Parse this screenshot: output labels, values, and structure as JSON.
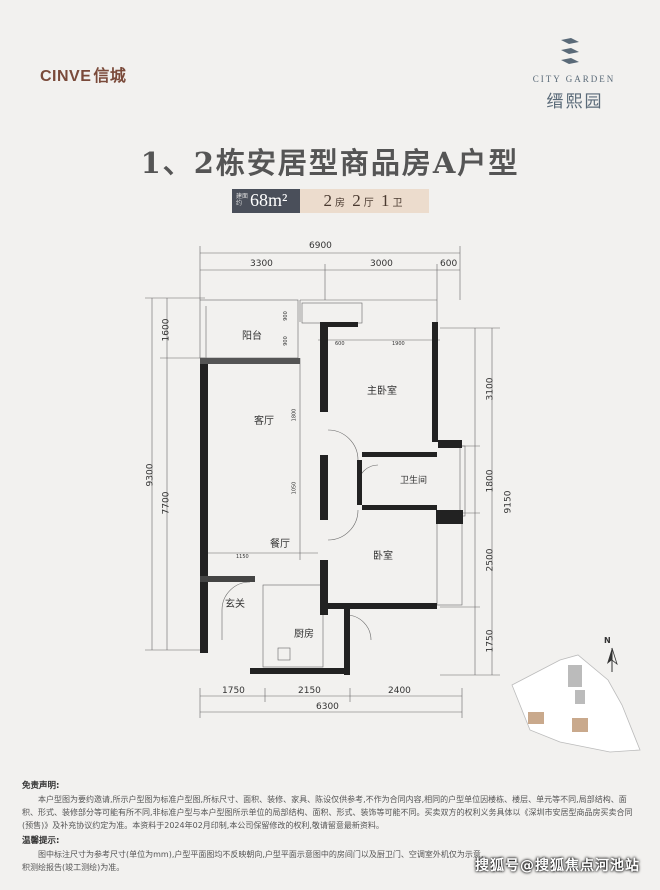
{
  "brand": {
    "en": "CINVE",
    "cn": "信城"
  },
  "logo": {
    "en": "CITY GARDEN",
    "cn": "缙熙园"
  },
  "title": "1、2栋安居型商品房A户型",
  "badge": {
    "area_label": "建面约",
    "area": "68",
    "area_unit": "m²",
    "rooms": "2",
    "rooms_label": "房",
    "halls": "2",
    "halls_label": "厅",
    "baths": "1",
    "baths_label": "卫"
  },
  "rooms": {
    "balcony": "阳台",
    "living": "客厅",
    "master": "主卧室",
    "bath": "卫生间",
    "dining": "餐厅",
    "bedroom": "卧室",
    "entry": "玄关",
    "kitchen": "厨房"
  },
  "dims": {
    "top_total": "6900",
    "top_a": "3300",
    "top_b": "3000",
    "top_c": "600",
    "bottom_a": "1750",
    "bottom_b": "2150",
    "bottom_c": "2400",
    "bottom_total": "6300",
    "left_total": "9300",
    "left_a": "1600",
    "left_b": "7700",
    "right_total": "9150",
    "right_a": "3100",
    "right_b": "1800",
    "right_c": "2500",
    "right_d": "1750",
    "inner_1": "900",
    "inner_2": "600",
    "inner_3": "1900",
    "inner_4": "1150",
    "inner_5": "1800",
    "inner_6": "1050",
    "inner_7": "900"
  },
  "compass": "N",
  "disclaimer": {
    "heading": "免责声明:",
    "body": "本户型图为要约邀请,所示户型图为标准户型图,所标尺寸、面积、装修、家具、陈设仅供参考,不作为合同内容,相同的户型单位因楼栋、楼层、单元等不同,局部结构、面积、形式、装修部分等可能有所不同,非标准户型与本户型图所示单位的局部结构、面积、形式、装饰等可能不同。买卖双方的权利义务具体以《深圳市安居型商品房买卖合同(预售)》及补充协议约定为准。本资料于2024年02月印制,本公司保留修改的权利,敬请留意最新资料。"
  },
  "tips": {
    "heading": "温馨提示:",
    "body": "图中标注尺寸为参考尺寸(单位为mm),户型平面图均不反映朝向,户型平面示意图中的房间门以及厨卫门、空调室外机仅为示意,",
    "body2": "积测绘报告(竣工测绘)为准。"
  },
  "watermark": "搜狐号@搜狐焦点河池站"
}
